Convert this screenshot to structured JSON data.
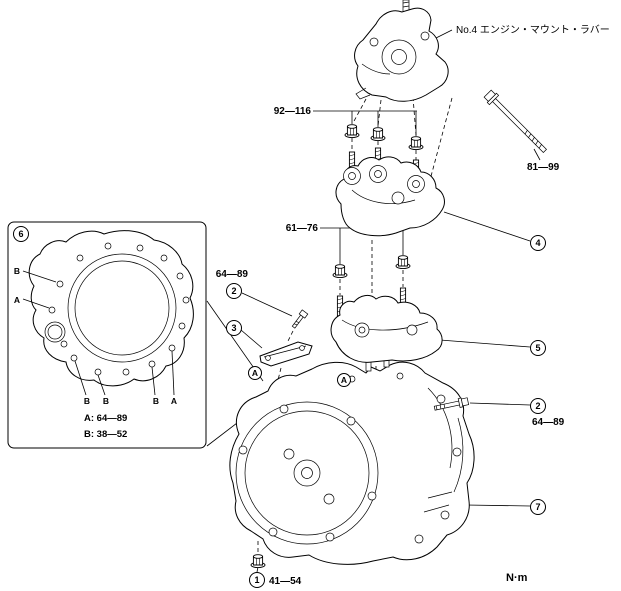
{
  "diagram": {
    "title": "No.4 エンジン・マウント・ラバー",
    "unit": "N·m",
    "torque": {
      "top_nuts": "92—116",
      "long_bolt": "81—99",
      "mid_nuts": "61—76",
      "left_bolt": "64—89",
      "right_bolt": "64—89",
      "bottom_nut": "41—54"
    },
    "callouts": {
      "n1": "1",
      "n2": "2",
      "n3": "3",
      "n4": "4",
      "n5": "5",
      "n6": "6",
      "n7": "7"
    },
    "points": {
      "a": "A",
      "b": "B"
    },
    "inset": {
      "legend_a": "A: 64—89",
      "legend_b": "B: 38—52"
    },
    "colors": {
      "ink": "#000000",
      "background": "#ffffff"
    }
  }
}
